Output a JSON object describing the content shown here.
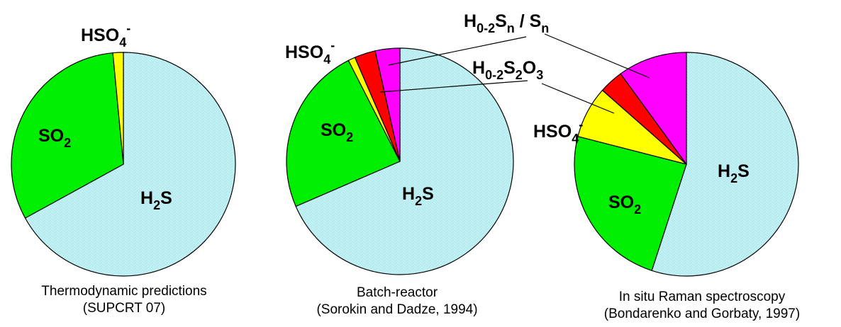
{
  "chart_data": [
    {
      "type": "pie",
      "title": "Thermodynamic predictions",
      "subtitle": "(SUPCRT 07)",
      "slices": [
        {
          "label": "H2S",
          "value": 67.0,
          "color": "#bff0f4"
        },
        {
          "label": "SO2",
          "value": 31.5,
          "color": "#00ee00"
        },
        {
          "label": "HSO4-",
          "value": 1.5,
          "color": "#ffff00"
        }
      ]
    },
    {
      "type": "pie",
      "title": "Batch-reactor",
      "subtitle": "(Sorokin and Dadze, 1994)",
      "slices": [
        {
          "label": "H2S",
          "value": 68.5,
          "color": "#bff0f4"
        },
        {
          "label": "SO2",
          "value": 24.0,
          "color": "#00ee00"
        },
        {
          "label": "HSO4-",
          "value": 1.0,
          "color": "#ffff00"
        },
        {
          "label": "H0-2S2O3",
          "value": 3.0,
          "color": "#ff0000"
        },
        {
          "label": "H0-2Sn / Sn",
          "value": 3.5,
          "color": "#ff00ff"
        }
      ]
    },
    {
      "type": "pie",
      "title": "In situ Raman spectroscopy",
      "subtitle": "(Bondarenko and Gorbaty, 1997)",
      "slices": [
        {
          "label": "H2S",
          "value": 55.0,
          "color": "#bff0f4"
        },
        {
          "label": "SO2",
          "value": 24.0,
          "color": "#00ee00"
        },
        {
          "label": "HSO4-",
          "value": 7.5,
          "color": "#ffff00"
        },
        {
          "label": "H0-2S2O3",
          "value": 3.5,
          "color": "#ff0000"
        },
        {
          "label": "H0-2Sn / Sn",
          "value": 10.0,
          "color": "#ff00ff"
        }
      ]
    }
  ],
  "labels": {
    "h2s": {
      "main": "H",
      "sub": "2",
      "tail": "S"
    },
    "so2": {
      "main": "SO",
      "sub": "2"
    },
    "hso4": {
      "main": "HSO",
      "sub": "4",
      "sup": "-"
    },
    "thio": {
      "main": "H",
      "sub1": "0-2",
      "mid": "S",
      "sub2": "2",
      "mid2": "O",
      "sub3": "3"
    },
    "poly": {
      "main": "H",
      "sub1": "0-2",
      "mid": "S",
      "sub2": "n",
      "mid2": " / S",
      "sub3": "n"
    }
  }
}
